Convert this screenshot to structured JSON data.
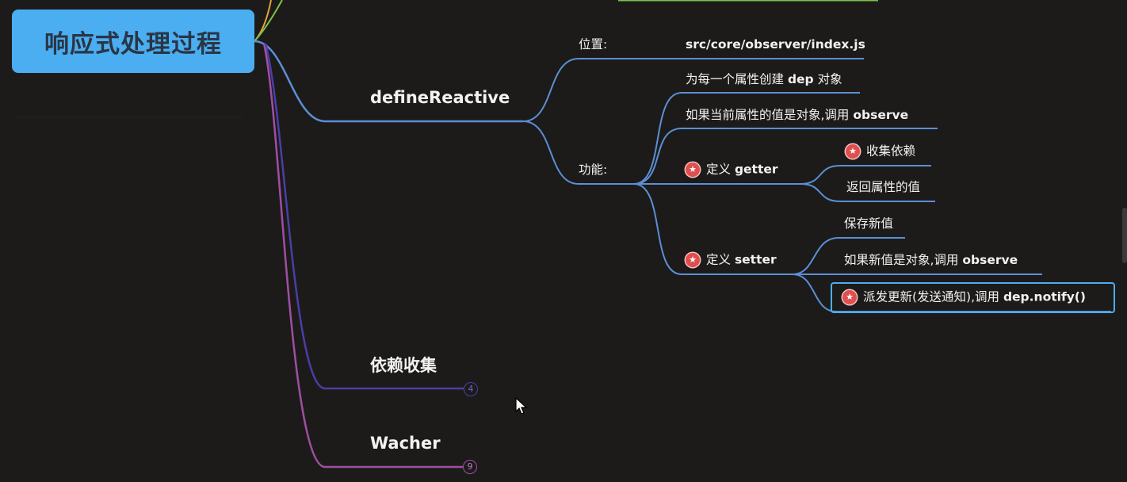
{
  "root": {
    "label": "响应式处理过程"
  },
  "branches": {
    "define_reactive": "defineReactive",
    "dep_collect": "依赖收集",
    "watcher": "Wacher"
  },
  "location": {
    "label": "位置:",
    "path": "src/core/observer/index.js"
  },
  "function": {
    "label": "功能:",
    "create_dep_prefix": "为每一个属性创建 ",
    "create_dep_bold": "dep",
    "create_dep_suffix": " 对象",
    "observe_prefix": "如果当前属性的值是对象,调用 ",
    "observe_bold": "observe",
    "getter_prefix": "定义 ",
    "getter_bold": "getter",
    "getter_children": {
      "collect": "收集依赖",
      "return": "返回属性的值"
    },
    "setter_prefix": "定义 ",
    "setter_bold": "setter",
    "setter_children": {
      "save": "保存新值",
      "observe_prefix": "如果新值是对象,调用 ",
      "observe_bold": "observe",
      "notify_prefix": "派发更新(发送通知),调用 ",
      "notify_bold": "dep.notify()"
    }
  },
  "badges": {
    "dep_collect_count": "4",
    "watcher_count": "9"
  },
  "colors": {
    "root_fill": "#4aaef0",
    "branch_blue": "#5b8fd6",
    "branch_indigo": "#4a3ea8",
    "branch_purple": "#a04ea4",
    "star_red": "#e04e4e"
  },
  "icons": {
    "star": "star-icon",
    "cursor": "pointer-cursor-icon"
  }
}
